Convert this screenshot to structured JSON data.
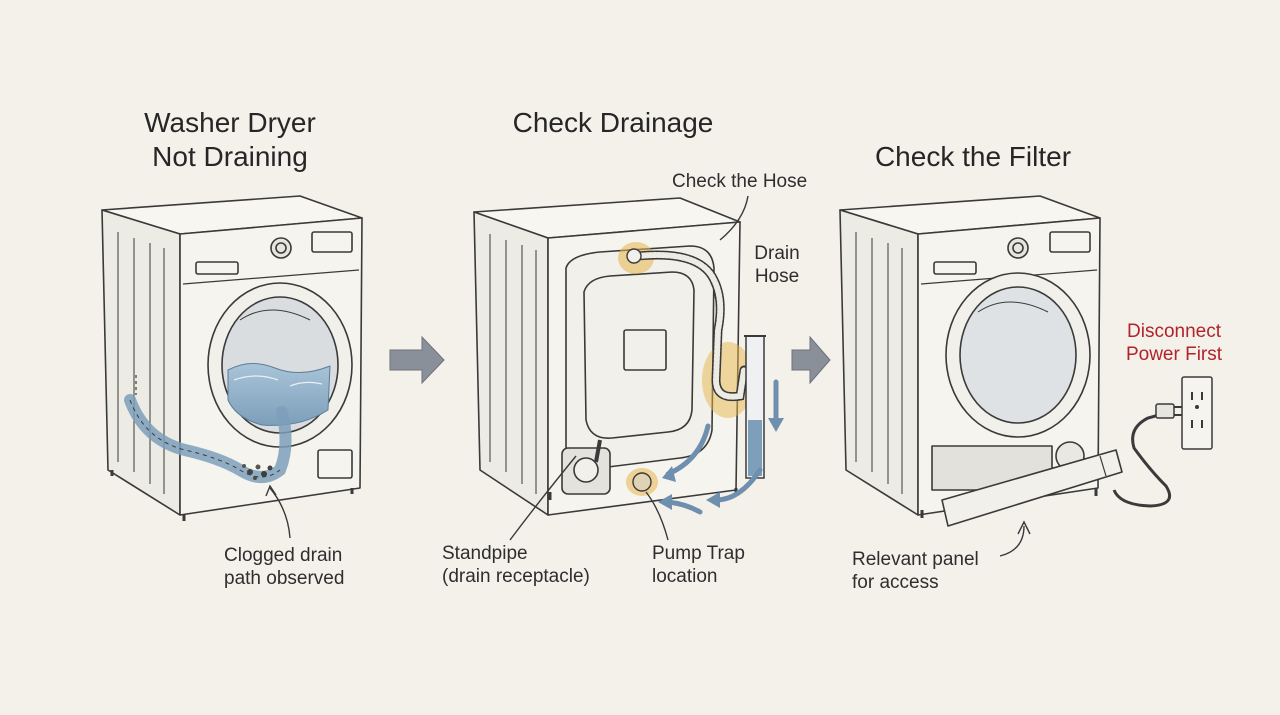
{
  "panels": [
    {
      "title_line1": "Washer Dryer",
      "title_line2": "Not Draining",
      "callout_line1": "Clogged drain",
      "callout_line2": "path observed"
    },
    {
      "title": "Check Drainage",
      "hose_check": "Check the Hose",
      "drain_hose_line1": "Drain",
      "drain_hose_line2": "Hose",
      "standpipe_line1": "Standpipe",
      "standpipe_line2": "(drain receptacle)",
      "pump_trap_line1": "Pump Trap",
      "pump_trap_line2": "location"
    },
    {
      "title": "Check the Filter",
      "warning_line1": "Disconnect",
      "warning_line2": "Power First",
      "panel_line1": "Relevant panel",
      "panel_line2": "for access"
    }
  ],
  "colors": {
    "background": "#f3f1ea",
    "line": "#3a3a3a",
    "water": "#8fb0c9",
    "highlight": "#e8b54a",
    "flow_arrow": "#6f8fae",
    "step_arrow": "#8a9099",
    "warning": "#b3232a"
  }
}
